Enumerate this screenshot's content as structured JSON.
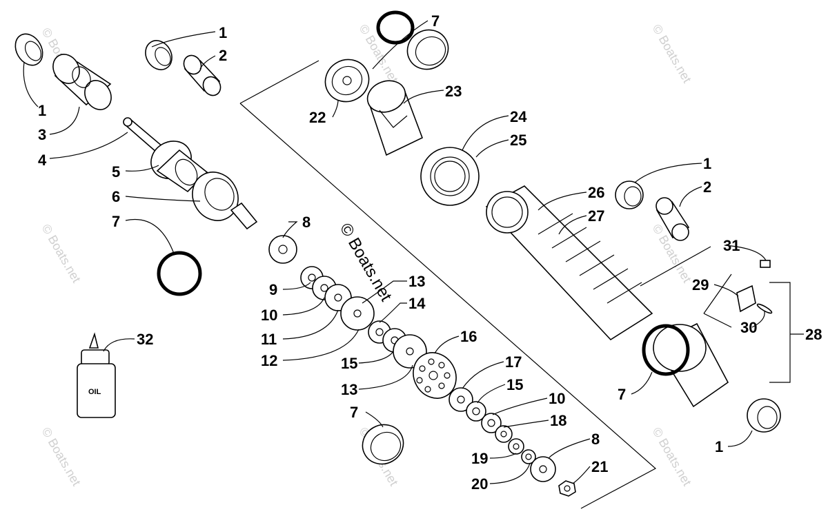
{
  "diagram": {
    "watermark": "© Boats.net",
    "oil_text": "OIL",
    "callouts": [
      {
        "id": "c1a",
        "text": "1"
      },
      {
        "id": "c2a",
        "text": "2"
      },
      {
        "id": "c1b",
        "text": "1"
      },
      {
        "id": "c3",
        "text": "3"
      },
      {
        "id": "c4",
        "text": "4"
      },
      {
        "id": "c5",
        "text": "5"
      },
      {
        "id": "c6",
        "text": "6"
      },
      {
        "id": "c7a",
        "text": "7"
      },
      {
        "id": "c8a",
        "text": "8"
      },
      {
        "id": "c9",
        "text": "9"
      },
      {
        "id": "c10a",
        "text": "10"
      },
      {
        "id": "c11",
        "text": "11"
      },
      {
        "id": "c12",
        "text": "12"
      },
      {
        "id": "c13a",
        "text": "13"
      },
      {
        "id": "c14",
        "text": "14"
      },
      {
        "id": "c15a",
        "text": "15"
      },
      {
        "id": "c13b",
        "text": "13"
      },
      {
        "id": "c16",
        "text": "16"
      },
      {
        "id": "c17",
        "text": "17"
      },
      {
        "id": "c15b",
        "text": "15"
      },
      {
        "id": "c10b",
        "text": "10"
      },
      {
        "id": "c18",
        "text": "18"
      },
      {
        "id": "c7b",
        "text": "7"
      },
      {
        "id": "c19",
        "text": "19"
      },
      {
        "id": "c20",
        "text": "20"
      },
      {
        "id": "c8b",
        "text": "8"
      },
      {
        "id": "c21",
        "text": "21"
      },
      {
        "id": "c7c",
        "text": "7"
      },
      {
        "id": "c22",
        "text": "22"
      },
      {
        "id": "c23",
        "text": "23"
      },
      {
        "id": "c24",
        "text": "24"
      },
      {
        "id": "c25",
        "text": "25"
      },
      {
        "id": "c26",
        "text": "26"
      },
      {
        "id": "c27",
        "text": "27"
      },
      {
        "id": "c1c",
        "text": "1"
      },
      {
        "id": "c2b",
        "text": "2"
      },
      {
        "id": "c31",
        "text": "31"
      },
      {
        "id": "c29",
        "text": "29"
      },
      {
        "id": "c30",
        "text": "30"
      },
      {
        "id": "c28",
        "text": "28"
      },
      {
        "id": "c7d",
        "text": "7"
      },
      {
        "id": "c1d",
        "text": "1"
      },
      {
        "id": "c32",
        "text": "32"
      }
    ]
  }
}
